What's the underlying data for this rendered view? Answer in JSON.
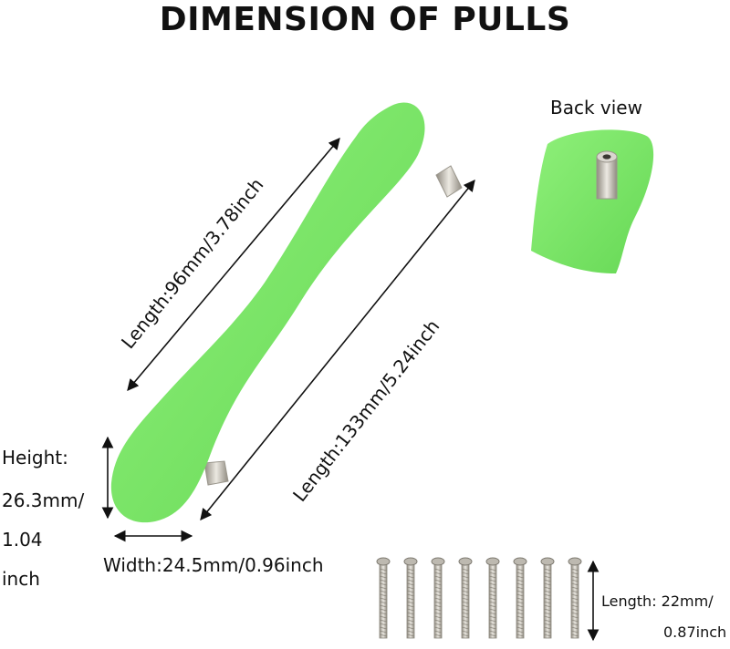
{
  "title": "DIMENSION OF PULLS",
  "back_view_label": "Back view",
  "dimensions": {
    "length_hole": "Length:96mm/3.78inch",
    "length_total": "Length:133mm/5.24inch",
    "height_line1": "Height:",
    "height_line2": "26.3mm/",
    "height_line3": "1.04",
    "height_line4": "inch",
    "width": "Width:24.5mm/0.96inch",
    "screw_line1": "Length: 22mm/",
    "screw_line2": "0.87inch"
  },
  "colors": {
    "handle_green": "#7fe86a",
    "handle_shade": "#5fd04c",
    "metal": "#c9c5bb",
    "arrow": "#111111"
  },
  "screw_count": 8
}
